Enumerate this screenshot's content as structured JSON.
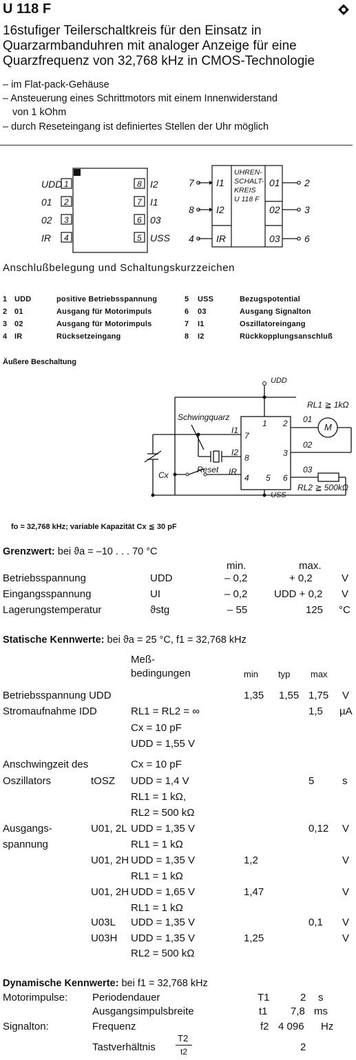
{
  "header": {
    "title": "U 118 F",
    "subtitle_lines": [
      "16stufiger Teilerschaltkreis für den Einsatz in",
      "Quarzarmbanduhren mit analoger Anzeige für eine",
      "Quarzfrequenz von 32,768 kHz in CMOS-Technologie"
    ],
    "features": [
      "– im Flat-pack-Gehäuse",
      "– Ansteuerung eines Schrittmotors mit einem Innenwiderstand",
      "von 1 kOhm",
      "– durch Reseteingang ist definiertes Stellen der Uhr möglich"
    ]
  },
  "pinout": {
    "left_labels": [
      "UDD",
      "01",
      "02",
      "IR"
    ],
    "left_nums": [
      "1",
      "2",
      "3",
      "4"
    ],
    "right_nums": [
      "8",
      "7",
      "6",
      "5"
    ],
    "right_labels": [
      "I2",
      "I1",
      "03",
      "USS"
    ],
    "symbol_block": [
      "UHREN-",
      "SCHALT-",
      "KREIS",
      "U 118 F"
    ],
    "symbol_inputs": [
      {
        "num": "7",
        "label": "I1"
      },
      {
        "num": "8",
        "label": "I2"
      },
      {
        "num": "4",
        "label": "IR"
      }
    ],
    "symbol_outputs": [
      {
        "label": "01",
        "num": "2"
      },
      {
        "label": "02",
        "num": "3"
      },
      {
        "label": "03",
        "num": "6"
      }
    ],
    "caption": "Anschlußbelegung und Schaltungskurzzeichen"
  },
  "pin_table": [
    {
      "n": "1",
      "sym": "UDD",
      "desc": "positive Betriebsspannung",
      "n2": "5",
      "sym2": "USS",
      "desc2": "Bezugspotential"
    },
    {
      "n": "2",
      "sym": "01",
      "desc": "Ausgang für Motorimpuls",
      "n2": "6",
      "sym2": "03",
      "desc2": "Ausgang Signalton"
    },
    {
      "n": "3",
      "sym": "02",
      "desc": "Ausgang für Motorimpuls",
      "n2": "7",
      "sym2": "I1",
      "desc2": "Oszillatoreingang"
    },
    {
      "n": "4",
      "sym": "IR",
      "desc": "Rücksetzeingang",
      "n2": "8",
      "sym2": "I2",
      "desc2": "Rückkopplungsanschluß"
    }
  ],
  "circuit": {
    "title": "Äußere Beschaltung",
    "udd": "UDD",
    "uss": "USS",
    "quartz": "Schwingquarz",
    "reset": "Reset",
    "cx": "Cx",
    "rl1": "RL1 ≧ 1kΩ",
    "rl2": "RL2 ≧ 500kΩ",
    "motor": "M",
    "pins": {
      "p7": "7",
      "p1": "1",
      "p2": "2",
      "p8": "8",
      "p3": "3",
      "p4": "4",
      "p5": "5",
      "p6": "6"
    },
    "pin_labels": {
      "i1": "I1",
      "i2": "I2",
      "ir": "IR",
      "o1": "01",
      "o2": "02",
      "o3": "03"
    },
    "note": "fo = 32,768 kHz; variable Kapazität Cx ≦ 30 pF"
  },
  "limits": {
    "heading_bold": "Grenzwert:",
    "heading_rest": "bei ϑa = –10 . . . 70 °C",
    "col_min": "min.",
    "col_max": "max.",
    "rows": [
      {
        "name": "Betriebsspannung",
        "sym": "UDD",
        "min": "– 0,2",
        "max": "+ 0,2",
        "unit": "V"
      },
      {
        "name": "Eingangsspannung",
        "sym": "UI",
        "min": "– 0,2",
        "max": "UDD + 0,2",
        "unit": "V"
      },
      {
        "name": "Lagerungstemperatur",
        "sym": "ϑstg",
        "min": "– 55",
        "max": "125",
        "unit": "°C"
      }
    ]
  },
  "static": {
    "heading_bold": "Statische Kennwerte:",
    "heading_rest": "bei  ϑa = 25 °C, f1 = 32,768 kHz",
    "col_cond1": "Meß-",
    "col_cond2": "bedingungen",
    "col_min": "min",
    "col_typ": "typ",
    "col_max": "max",
    "rows": [
      {
        "a": "Betriebsspannung  UDD",
        "sym": "",
        "cond": "",
        "min": "1,35",
        "typ": "1,55",
        "max": "1,75",
        "unit": "V"
      },
      {
        "a": "Stromaufnahme  IDD",
        "sym": "",
        "cond": "RL1 = RL2 = ∞",
        "min": "",
        "typ": "",
        "max": "1,5",
        "unit": "µA"
      },
      {
        "a": "",
        "sym": "",
        "cond": "Cx    = 10 pF",
        "min": "",
        "typ": "",
        "max": "",
        "unit": ""
      },
      {
        "a": "",
        "sym": "",
        "cond": "UDD  = 1,55 V",
        "min": "",
        "typ": "",
        "max": "",
        "unit": ""
      },
      {
        "a": "Anschwingzeit des",
        "sym": "",
        "cond": "Cx    = 10 pF",
        "min": "",
        "typ": "",
        "max": "",
        "unit": ""
      },
      {
        "a": "Oszillators",
        "sym": "tOSZ",
        "cond": "UDD  = 1,4 V",
        "min": "",
        "typ": "",
        "max": "5",
        "unit": "s"
      },
      {
        "a": "",
        "sym": "",
        "cond": "RL1   = 1 kΩ,",
        "min": "",
        "typ": "",
        "max": "",
        "unit": ""
      },
      {
        "a": "",
        "sym": "",
        "cond": "RL2   = 500 kΩ",
        "min": "",
        "typ": "",
        "max": "",
        "unit": ""
      },
      {
        "a": "Ausgangs-",
        "sym": "U01, 2L",
        "cond": "UDD = 1,35 V",
        "min": "",
        "typ": "",
        "max": "0,12",
        "unit": "V"
      },
      {
        "a": "spannung",
        "sym": "",
        "cond": "RL1   = 1 kΩ",
        "min": "",
        "typ": "",
        "max": "",
        "unit": ""
      },
      {
        "a": "",
        "sym": "U01, 2H",
        "cond": "UDD = 1,35 V",
        "min": "1,2",
        "typ": "",
        "max": "",
        "unit": "V"
      },
      {
        "a": "",
        "sym": "",
        "cond": "RL1   = 1 kΩ",
        "min": "",
        "typ": "",
        "max": "",
        "unit": ""
      },
      {
        "a": "",
        "sym": "U01, 2H",
        "cond": "UDD = 1,65 V",
        "min": "1,47",
        "typ": "",
        "max": "",
        "unit": "V"
      },
      {
        "a": "",
        "sym": "",
        "cond": "RL1   = 1 kΩ",
        "min": "",
        "typ": "",
        "max": "",
        "unit": ""
      },
      {
        "a": "",
        "sym": "U03L",
        "cond": "UDD  = 1,35 V",
        "min": "",
        "typ": "",
        "max": "0,1",
        "unit": "V"
      },
      {
        "a": "",
        "sym": "U03H",
        "cond": "UDD  = 1,35 V",
        "min": "1,25",
        "typ": "",
        "max": "",
        "unit": "V"
      },
      {
        "a": "",
        "sym": "",
        "cond": "RL2   = 500 kΩ",
        "min": "",
        "typ": "",
        "max": "",
        "unit": ""
      }
    ]
  },
  "dynamic": {
    "heading_bold": "Dynamische Kennwerte:",
    "heading_rest": "bei f1 = 32,768 kHz",
    "rows": [
      {
        "a": "Motorimpulse:",
        "b": "Periodendauer",
        "sym": "T1",
        "val": "2",
        "unit": "s"
      },
      {
        "a": "",
        "b": "Ausgangsimpulsbreite",
        "sym": "t1",
        "val": "7,8",
        "unit": "ms"
      },
      {
        "a": "Signalton:",
        "b": "Frequenz",
        "sym": "f2",
        "val": "4 096",
        "unit": "Hz"
      }
    ],
    "ratio_label": "Tastverhältnis",
    "ratio_num": "T2",
    "ratio_den": "t2",
    "ratio_val": "2"
  }
}
